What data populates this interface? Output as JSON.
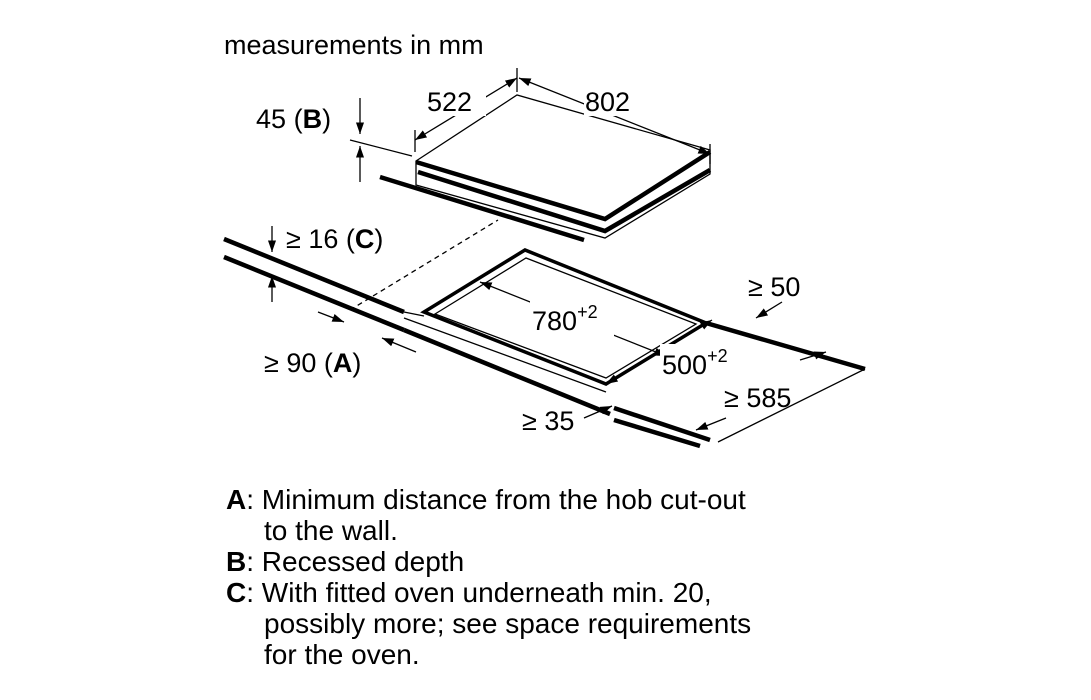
{
  "header": {
    "title": "measurements in mm"
  },
  "dimensions": {
    "hob_depth": "522",
    "hob_width": "802",
    "recess_depth_value": "45",
    "recess_depth_key": "B",
    "min_gap_value": "≥ 16",
    "min_gap_key": "C",
    "side_clearance": "≥ 50",
    "cutout_width": "780",
    "cutout_width_tol": "+2",
    "cutout_depth": "500",
    "cutout_depth_tol": "+2",
    "wall_distance_value": "≥ 90",
    "wall_distance_key": "A",
    "front_distance": "≥ 35",
    "worktop_depth": "≥ 585"
  },
  "legend": [
    {
      "key": "A",
      "lines": [
        "Minimum distance from the hob cut-out",
        "to the wall."
      ]
    },
    {
      "key": "B",
      "lines": [
        "Recessed depth"
      ]
    },
    {
      "key": "C",
      "lines": [
        "With fitted oven underneath min. 20,",
        "possibly more; see space requirements",
        "for the oven."
      ]
    }
  ]
}
